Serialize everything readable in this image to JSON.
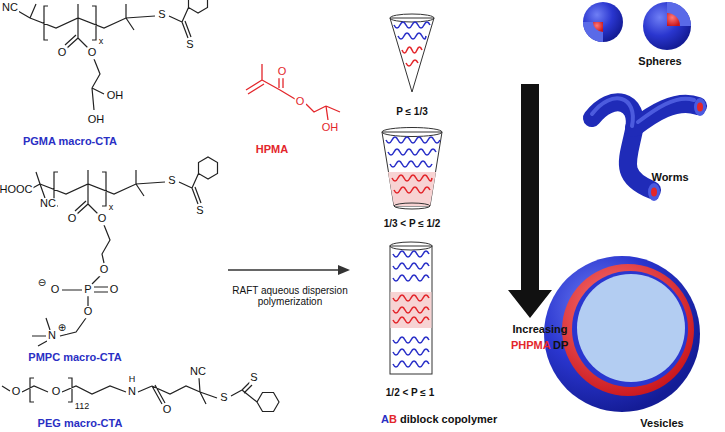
{
  "diagram": {
    "labels": [
      "NC",
      "S",
      "S",
      "O",
      "O",
      "x",
      "OH",
      "OH",
      "PGMA macro-CTA",
      "HOOC",
      "NC",
      "S",
      "S",
      "O",
      "O",
      "x",
      "O",
      "⊖",
      "O",
      "P",
      "O",
      "O",
      "N",
      "⊕",
      "PMPC macro-CTA",
      "O",
      "O",
      "112",
      "H",
      "N",
      "O",
      "NC",
      "S",
      "S",
      "PEG macro-CTA",
      "O",
      "O",
      "OH",
      "HPMA",
      "RAFT aqueous dispersion polymerization",
      "P ≤ 1/3",
      "1/3 < P ≤ 1/2",
      "1/2 < P ≤ 1",
      "A",
      "B",
      "diblock copolymer",
      "Increasing",
      "PHPMA",
      "DP",
      "Spheres",
      "Worms",
      "Vesicles"
    ]
  }
}
